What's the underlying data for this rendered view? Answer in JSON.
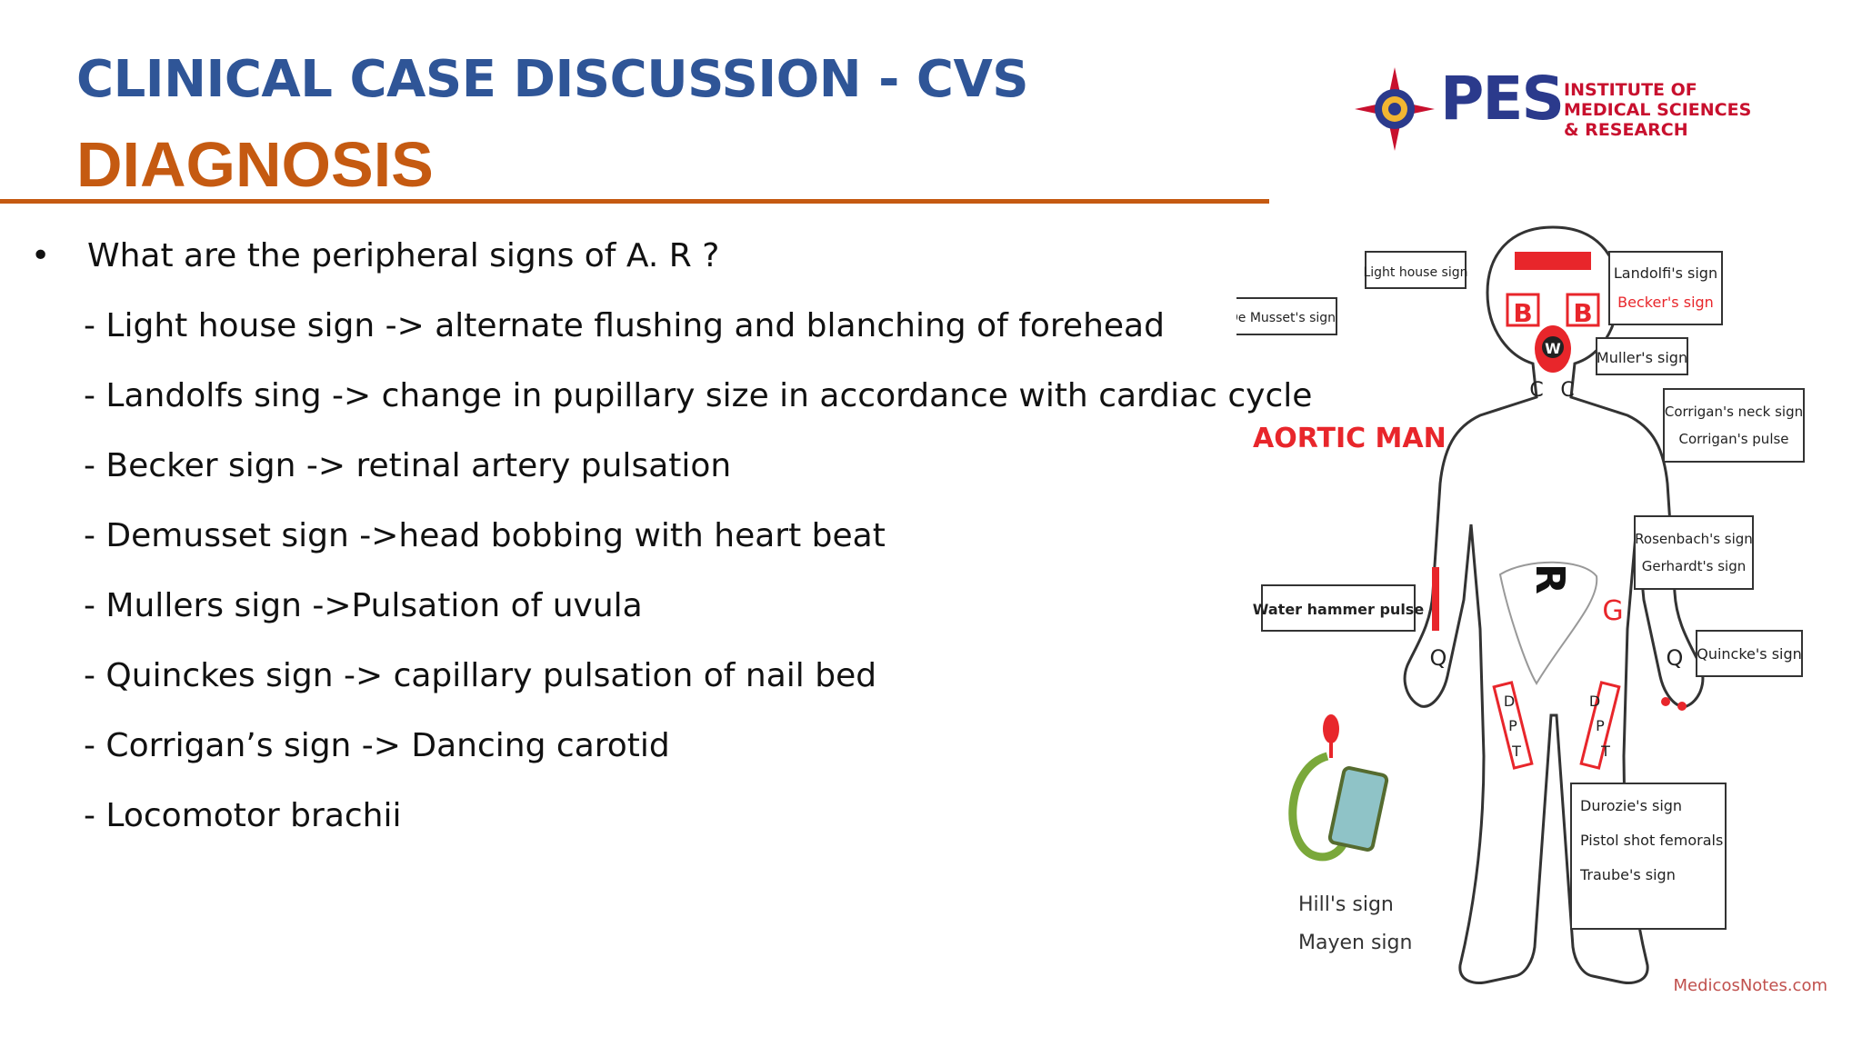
{
  "header": {
    "title": "CLINICAL CASE DISCUSSION - CVS",
    "subtitle": "DIAGNOSIS"
  },
  "logo": {
    "brand": "PES",
    "institute_lines": [
      "INSTITUTE OF",
      "MEDICAL SCIENCES",
      "& RESEARCH"
    ]
  },
  "content": {
    "bullet_symbol": "•",
    "question": "What are the peripheral signs of A. R ?",
    "items": [
      "- Light house sign -> alternate flushing and blanching of forehead",
      "- Landolfs sing -> change in pupillary size in accordance with cardiac cycle",
      "- Becker sign -> retinal artery pulsation",
      "- Demusset sign ->head bobbing with heart beat",
      "- Mullers sign ->Pulsation of uvula",
      "- Quinckes sign -> capillary pulsation of nail bed",
      "- Corrigan’s sign -> Dancing carotid",
      "- Locomotor brachii"
    ]
  },
  "figure": {
    "heading": "AORTIC MAN",
    "labels": {
      "light_house": "Light house sign",
      "de_musset": "De Musset's sign",
      "landolfi": "Landolfi's sign",
      "becker": "Becker's sign",
      "muller": "Muller's sign",
      "corrigan_neck": "Corrigan's neck sign",
      "corrigan_pulse": "Corrigan's pulse",
      "rosenbach": "Rosenbach's sign",
      "gerhardt": "Gerhardt's sign",
      "water_hammer": "Water hammer pulse",
      "quincke": "Quincke's sign",
      "duroziez": "Durozie's sign",
      "pistol_shot": "Pistol shot femorals",
      "traube": "Traube's sign",
      "hill": "Hill's sign",
      "mayen": "Mayen sign"
    },
    "body_letters": {
      "b": "B",
      "w": "W",
      "c": "C",
      "r": "R",
      "g": "G",
      "q": "Q",
      "d": "D",
      "p": "P",
      "t": "T"
    },
    "watermark": "MedicosNotes.com",
    "colors": {
      "accent": "#e8262b",
      "outline": "#333333"
    }
  }
}
